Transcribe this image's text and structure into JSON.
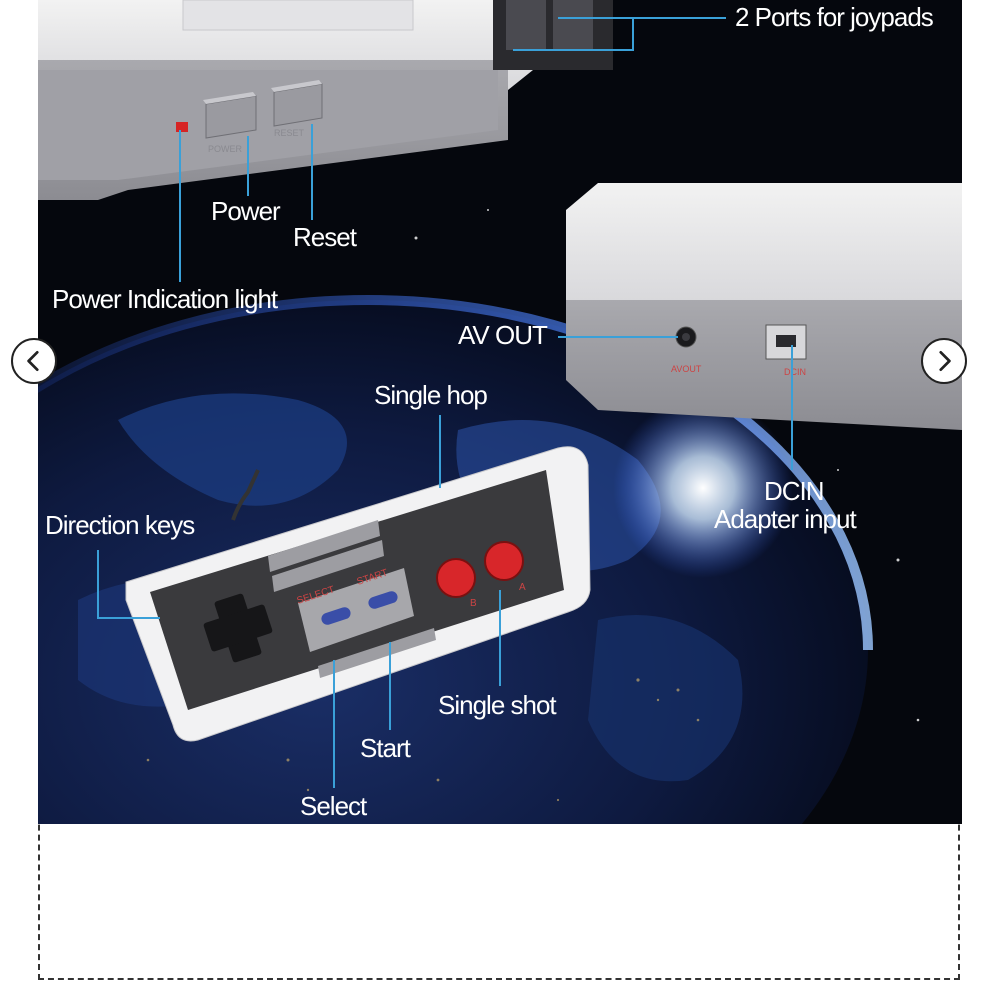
{
  "gallery": {
    "labels": {
      "ports": "2 Ports for joypads",
      "power": "Power",
      "reset": "Reset",
      "power_light": "Power Indication light",
      "av_out": "AV OUT",
      "single_hop": "Single hop",
      "dcin": "DCIN",
      "adapter_input": "Adapter input",
      "direction_keys": "Direction keys",
      "single_shot": "Single shot",
      "start": "Start",
      "select": "Select"
    },
    "console_print": {
      "power": "POWER",
      "reset": "RESET",
      "avout": "AVOUT",
      "dcin": "DCIN"
    },
    "controller_print": {
      "select": "SELECT",
      "start": "START",
      "b": "B",
      "a": "A"
    },
    "nav": {
      "prev_icon": "chevron-left-icon",
      "next_icon": "chevron-right-icon"
    },
    "colors": {
      "space_bg": "#05070d",
      "callout_line": "#3aa0d8",
      "button_red": "#d8262a"
    }
  }
}
